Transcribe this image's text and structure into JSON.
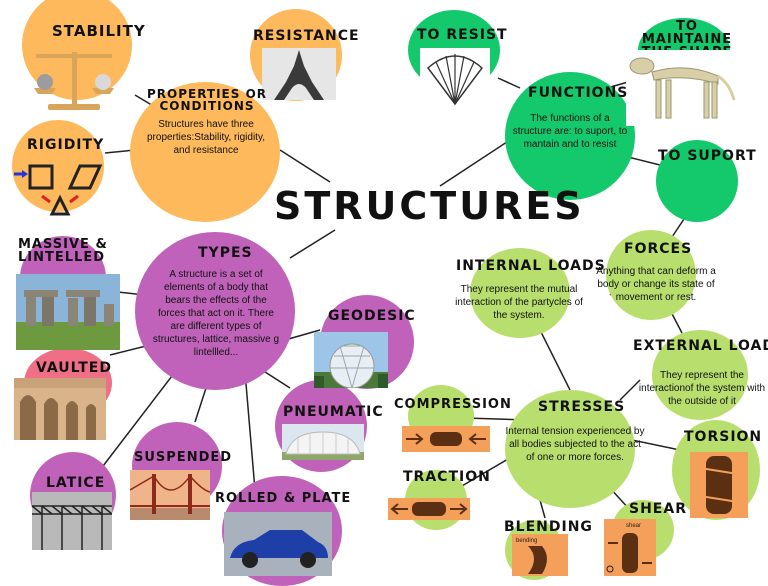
{
  "title": "STRUCTURES",
  "properties": {
    "title": "PROPERTIES OR CONDITIONS",
    "text": "Structures have three properties:Stability, rigidity, and resistance",
    "items": {
      "stability": "STABILITY",
      "resistance": "RESISTANCE",
      "rigidity": "RIGIDITY"
    }
  },
  "functions": {
    "title": "FUNCTIONS",
    "text": "The functions of a structure are: to suport, to mantain and to resist",
    "items": {
      "resist": "TO RESIST",
      "maintain": "TO MAINTAINE THE SHAPE",
      "support": "TO SUPORT"
    }
  },
  "types": {
    "title": "TYPES",
    "text": "A structure is a set of elements of a body that bears the effects of the forces that act on it. There are different types of structures, lattice, massive g lintellled...",
    "items": {
      "massive": "MASSIVE & LINTELLED",
      "vaulted": "VAULTED",
      "latice": "LATICE",
      "suspended": "SUSPENDED",
      "rolled": "ROLLED & PLATE",
      "pneumatic": "PNEUMATIC",
      "geodesic": "GEODESIC"
    }
  },
  "forces": {
    "title": "FORCES",
    "text": "Anything that can deform a body or change its state of movement or rest.",
    "internal": {
      "title": "INTERNAL LOADS",
      "text": "They represent the mutual interaction of the partycles of the system."
    },
    "external": {
      "title": "EXTERNAL LOADS",
      "text": "They represent the interactionof the system with the outside of it"
    }
  },
  "stresses": {
    "title": "STRESSES",
    "text": "Internal tension experienced by all bodies subjected to the act of one or more forces.",
    "items": {
      "compression": "COMPRESSION",
      "traction": "TRACTION",
      "blending": "BLENDING",
      "shear": "SHEAR",
      "torsion": "TORSION"
    },
    "image_labels": {
      "blending": "bending",
      "shear": "shear"
    }
  },
  "colors": {
    "orange": "#FDB95C",
    "green": "#13C96B",
    "purple": "#C062B9",
    "lightgreen": "#B8DF6E",
    "pink": "#EE6F86"
  }
}
